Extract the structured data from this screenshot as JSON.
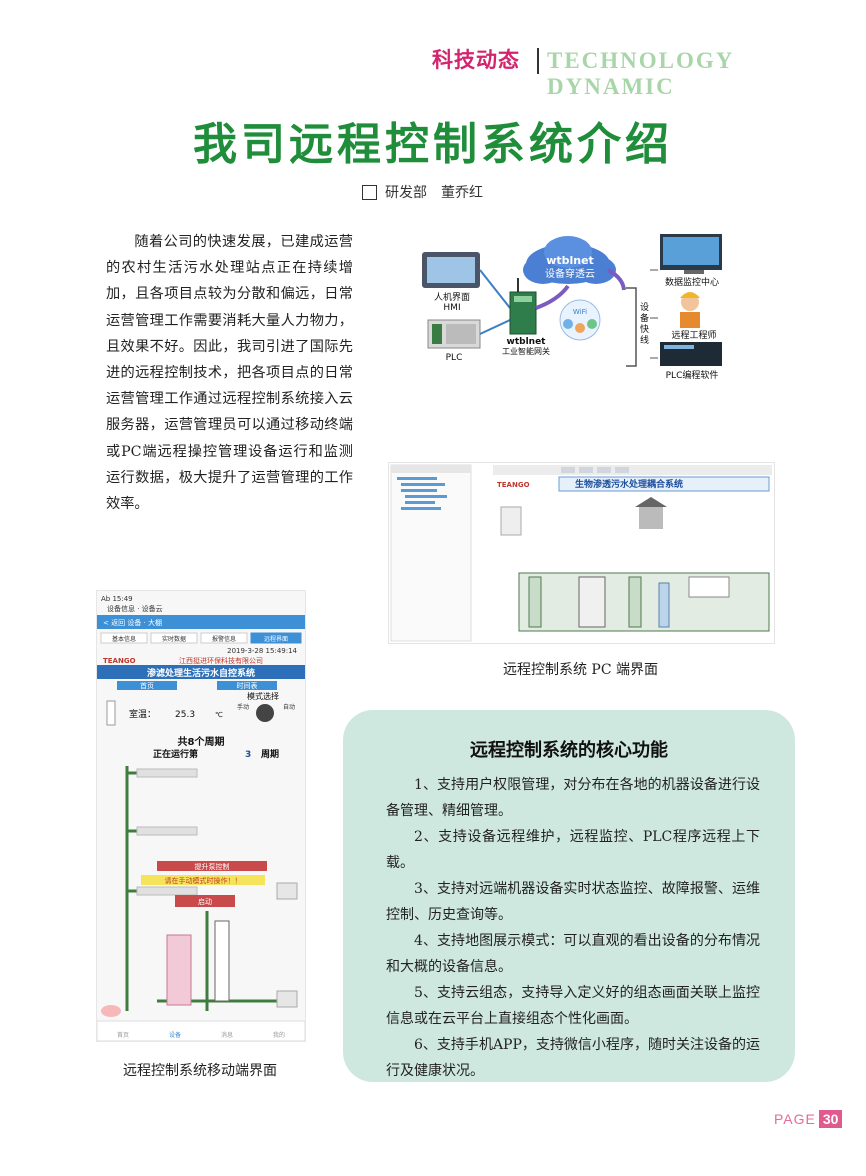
{
  "header": {
    "section_cn": "科技动态",
    "section_en": "TECHNOLOGY  DYNAMIC"
  },
  "article": {
    "title": "我司远程控制系统介绍",
    "byline": "研发部　董乔红",
    "body": "随着公司的快速发展，已建成运营的农村生活污水处理站点正在持续增加，且各项目点较为分散和偏远，日常运营管理工作需要消耗大量人力物力，且效果不好。因此，我司引进了国际先进的远程控制技术，把各项目点的日常运营管理工作通过远程控制系统接入云服务器，运营管理员可以通过移动终端或PC端远程操控管理设备运行和监测运行数据，极大提升了运营管理的工作效率。"
  },
  "diagram": {
    "cloud_line1": "wtblnet",
    "cloud_line2": "设备穿透云",
    "hmi_label_1": "人机界面",
    "hmi_label_2": "HMI",
    "plc_label": "PLC",
    "gateway_label_1": "wtblnet",
    "gateway_label_2": "工业智能网关",
    "wifi_label": "WiFi",
    "bracket_label": "设备快线",
    "target_1": "数据监控中心",
    "target_2": "远程工程师",
    "target_3": "PLC编程软件"
  },
  "pc_screen": {
    "logo": "TEANGO",
    "banner": "生物渗透污水处理耦合系统",
    "caption": "远程控制系统 PC 端界面"
  },
  "mobile_screen": {
    "status": "Ab 15:49",
    "app_title": "设备信息 · 设备云",
    "nav": "< 返回   设备 · 大棚",
    "tabs": [
      "基本信息",
      "实时数据",
      "报警信息",
      "远程界面"
    ],
    "datetime": "2019-3-28 15:49:14",
    "company": "江西挺进环保科技有限公司",
    "system_name": "渗滤处理生活污水自控系统",
    "logo": "TEANGO",
    "btn_home": "首页",
    "btn_timer": "时间表",
    "mode_label": "模式选择",
    "mode_manual": "手动",
    "mode_auto": "自动",
    "room_temp_label": "室温：",
    "room_temp_value": "25.3",
    "temp_unit": "℃",
    "cycle_total": "共8个周期",
    "cycle_running_prefix": "正在运行第",
    "cycle_running_num": "3",
    "cycle_running_suffix": "周期",
    "popup_title": "提升泵控制",
    "popup_msg": "请在手动模式时操作！！",
    "popup_btn": "启动",
    "bottom_tabs": [
      "首页",
      "设备",
      "消息",
      "我的"
    ],
    "caption": "远程控制系统移动端界面"
  },
  "features": {
    "title": "远程控制系统的核心功能",
    "items": [
      "1、支持用户权限管理，对分布在各地的机器设备进行设备管理、精细管理。",
      "2、支持设备远程维护，远程监控、PLC程序远程上下载。",
      "3、支持对远端机器设备实时状态监控、故障报警、运维控制、历史查询等。",
      "4、支持地图展示模式：可以直观的看出设备的分布情况和大概的设备信息。",
      "5、支持云组态，支持导入定义好的组态画面关联上监控信息或在云平台上直接组态个性化画面。",
      "6、支持手机APP，支持微信小程序，随时关注设备的运行及健康状况。"
    ]
  },
  "footer": {
    "page_label": "PAGE",
    "page_number": "30"
  },
  "colors": {
    "title_green": "#1f8d3a",
    "header_pink": "#d2256e",
    "box_bg": "#cfe8df",
    "page_pink": "#e05a8f"
  }
}
